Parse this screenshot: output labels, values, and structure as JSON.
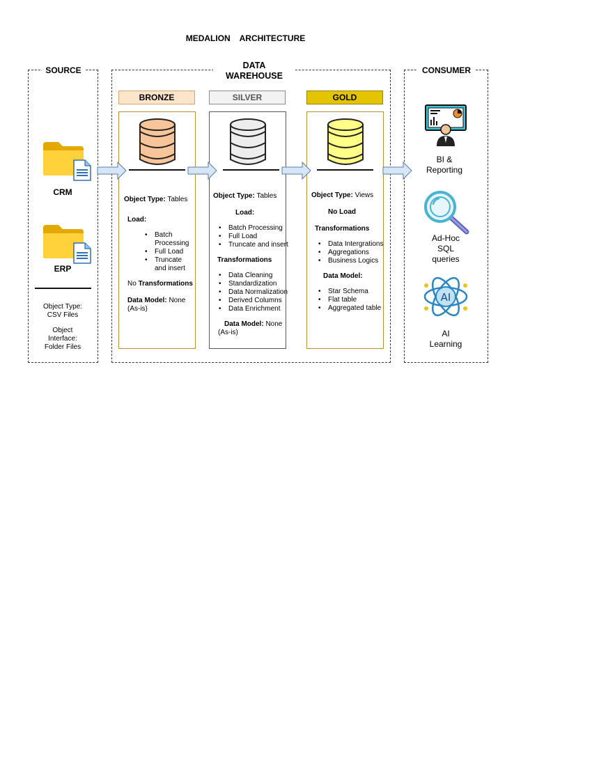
{
  "title": "MEDALION    ARCHITECTURE",
  "source": {
    "label": "SOURCE",
    "items": [
      {
        "label": "CRM",
        "icon": "folder-document-icon"
      },
      {
        "label": "ERP",
        "icon": "folder-document-icon"
      }
    ],
    "object_type": "Object Type:\nCSV Files",
    "object_interface": "Object\nInterface:\nFolder Files"
  },
  "warehouse": {
    "label": "DATA\nWAREHOUSE",
    "layers": {
      "bronze": {
        "name": "BRONZE",
        "color": "#FDDEC2",
        "db_color": "#F8C49A",
        "object_type_label": "Object Type:",
        "object_type_value": "Tables",
        "load_label": "Load:",
        "load_items": [
          "Batch\nProcessing",
          "Full Load",
          "Truncate\nand insert"
        ],
        "transformations_prefix": "No",
        "transformations_label": "Transformations",
        "data_model_label": "Data Model:",
        "data_model_value": "None\n(As-is)"
      },
      "silver": {
        "name": "SILVER",
        "color": "#F2F2F2",
        "db_color": "#EDEDED",
        "object_type_label": "Object Type:",
        "object_type_value": "Tables",
        "load_label": "Load:",
        "load_items": [
          "Batch Processing",
          "Full Load",
          "Truncate and insert"
        ],
        "transformations_label": "Transformations",
        "transformations_items": [
          "Data Cleaning",
          "Standardization",
          "Data Normalization",
          "Derived Columns",
          "Data Enrichment"
        ],
        "data_model_label": "Data Model:",
        "data_model_value": "None",
        "data_model_note": "(As-is)"
      },
      "gold": {
        "name": "GOLD",
        "color": "#E2C500",
        "db_color": "#FFFF88",
        "object_type_label": "Object Type:",
        "object_type_value": "Views",
        "load_label": "No Load",
        "transformations_label": "Transformations",
        "transformations_items": [
          "Data Intergrations",
          "Aggregations",
          "Business Logics"
        ],
        "data_model_label": "Data Model:",
        "data_model_items": [
          "Star Schema",
          "Flat table",
          "Aggregated table"
        ]
      }
    }
  },
  "consumer": {
    "label": "CONSUMER",
    "items": [
      {
        "label": "BI &\nReporting",
        "icon": "dashboard-presenter-icon"
      },
      {
        "label": "Ad-Hoc\nSQL\nqueries",
        "icon": "magnifier-icon"
      },
      {
        "label": "AI\nLearning",
        "icon": "ai-atom-icon"
      }
    ]
  },
  "colors": {
    "border_dash": "#333333",
    "panel_border_bronze": "#B89230",
    "panel_border_gold": "#B89230",
    "panel_border_silver": "#555555",
    "arrow_fill": "#D6E6F7",
    "arrow_stroke": "#5A7CA3"
  }
}
